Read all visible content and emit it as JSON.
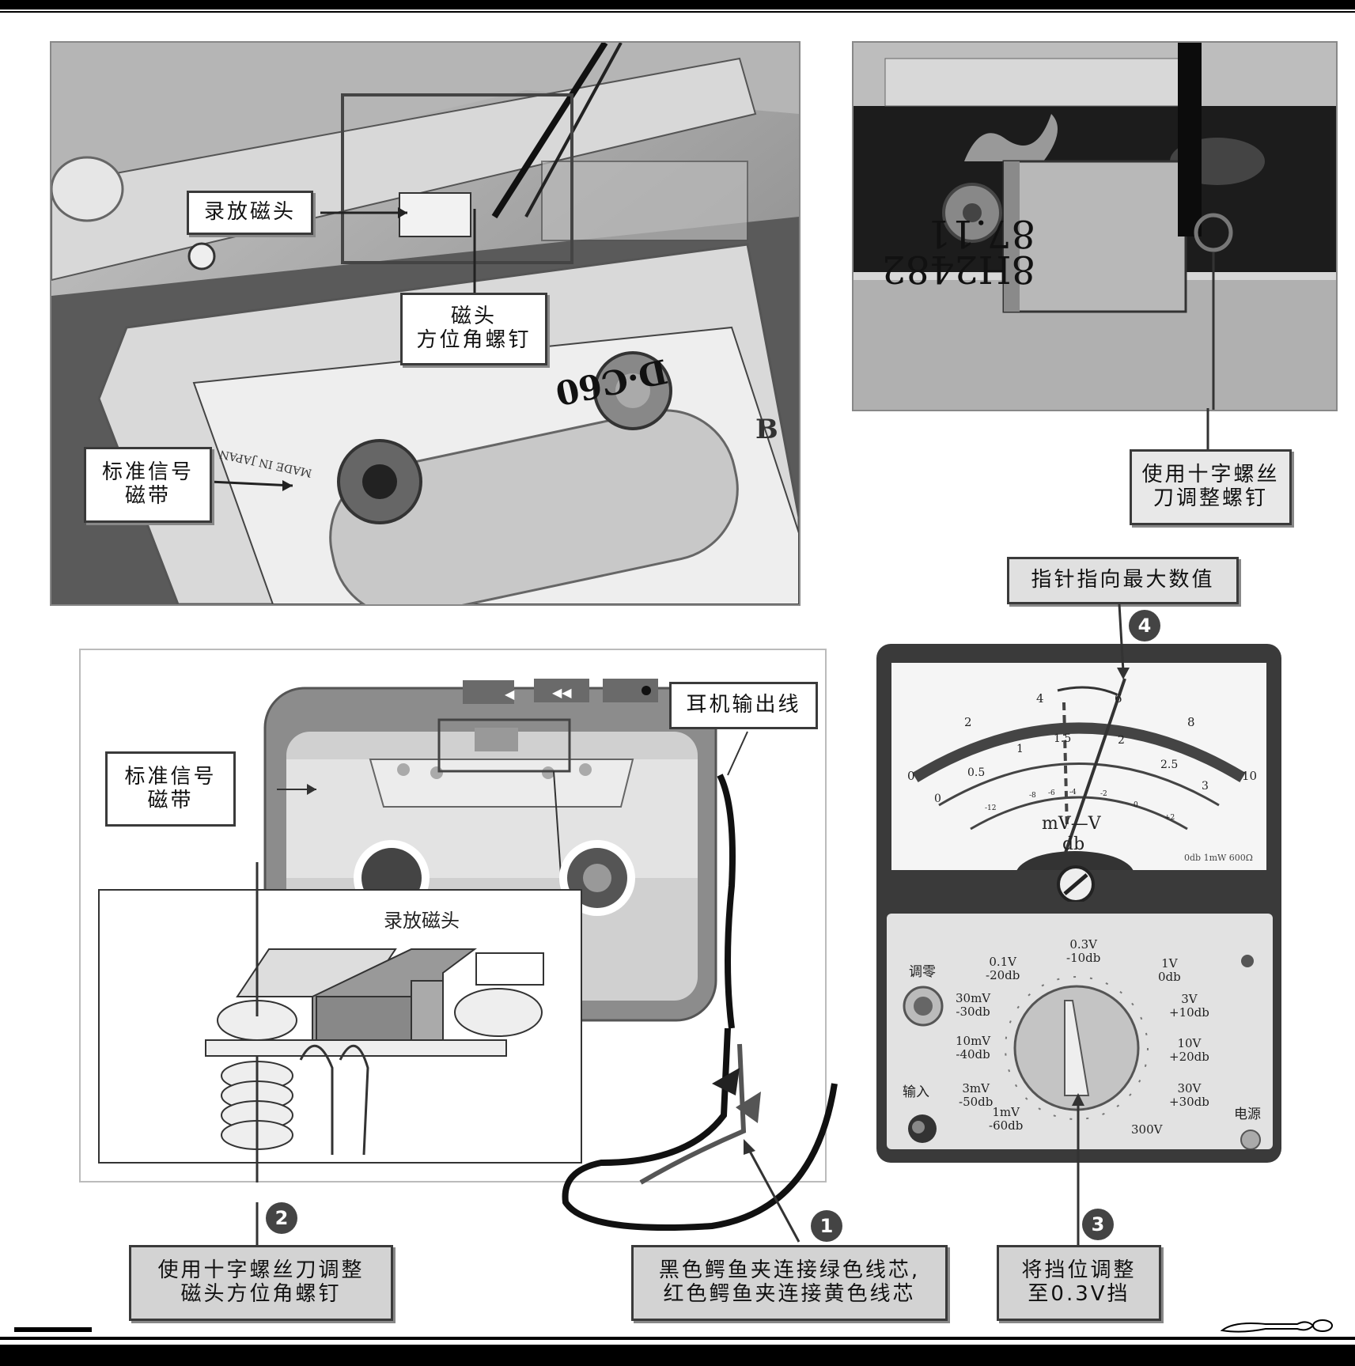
{
  "photo1": {
    "labels": {
      "head": "录放磁头",
      "screw_line1": "磁头",
      "screw_line2": "方位角螺钉",
      "tape_line1": "标准信号",
      "tape_line2": "磁带"
    },
    "cassette_text": {
      "brand": "D·C60",
      "made_in": "MADE IN JAPAN",
      "side": "B"
    }
  },
  "photo2": {
    "head_marking_1": "87.11",
    "head_marking_2": "8H2482",
    "label_line1": "使用十字螺丝",
    "label_line2": "刀调整螺钉"
  },
  "diagram": {
    "tape_line1": "标准信号",
    "tape_line2": "磁带",
    "earphone_label": "耳机输出线",
    "head_label": "录放磁头"
  },
  "meter": {
    "pointer_label": "指针指向最大数值",
    "scale_top": [
      "0",
      "2",
      "4",
      "6",
      "8",
      "10"
    ],
    "scale_mid": [
      "0",
      "0.5",
      "1",
      "1.5",
      "2",
      "2.5",
      "3"
    ],
    "scale_db": [
      "-12",
      "-8",
      "-6",
      "-4",
      "-2",
      "0",
      "+2"
    ],
    "unit": "mV—V",
    "unit_db": "db",
    "ref": "0db 1mW 600Ω",
    "zero_label": "调零",
    "input_label": "输入",
    "power_label": "电源",
    "ranges": {
      "r1": "1mV\n-60db",
      "r3": "3mV\n-50db",
      "r10": "10mV\n-40db",
      "r30": "30mV\n-30db",
      "r01": "0.1V\n-20db",
      "r03": "0.3V\n-10db",
      "r1v": "1V\n0db",
      "r3v": "3V\n+10db",
      "r10v": "10V\n+20db",
      "r30v": "30V\n+30db",
      "r300v": "300V"
    }
  },
  "steps": {
    "s1_num": "1",
    "s1_line1": "黑色鳄鱼夹连接绿色线芯,",
    "s1_line2": "红色鳄鱼夹连接黄色线芯",
    "s2_num": "2",
    "s2_line1": "使用十字螺丝刀调整",
    "s2_line2": "磁头方位角螺钉",
    "s3_num": "3",
    "s3_line1": "将挡位调整",
    "s3_line2": "至0.3V挡",
    "s4_num": "4"
  }
}
